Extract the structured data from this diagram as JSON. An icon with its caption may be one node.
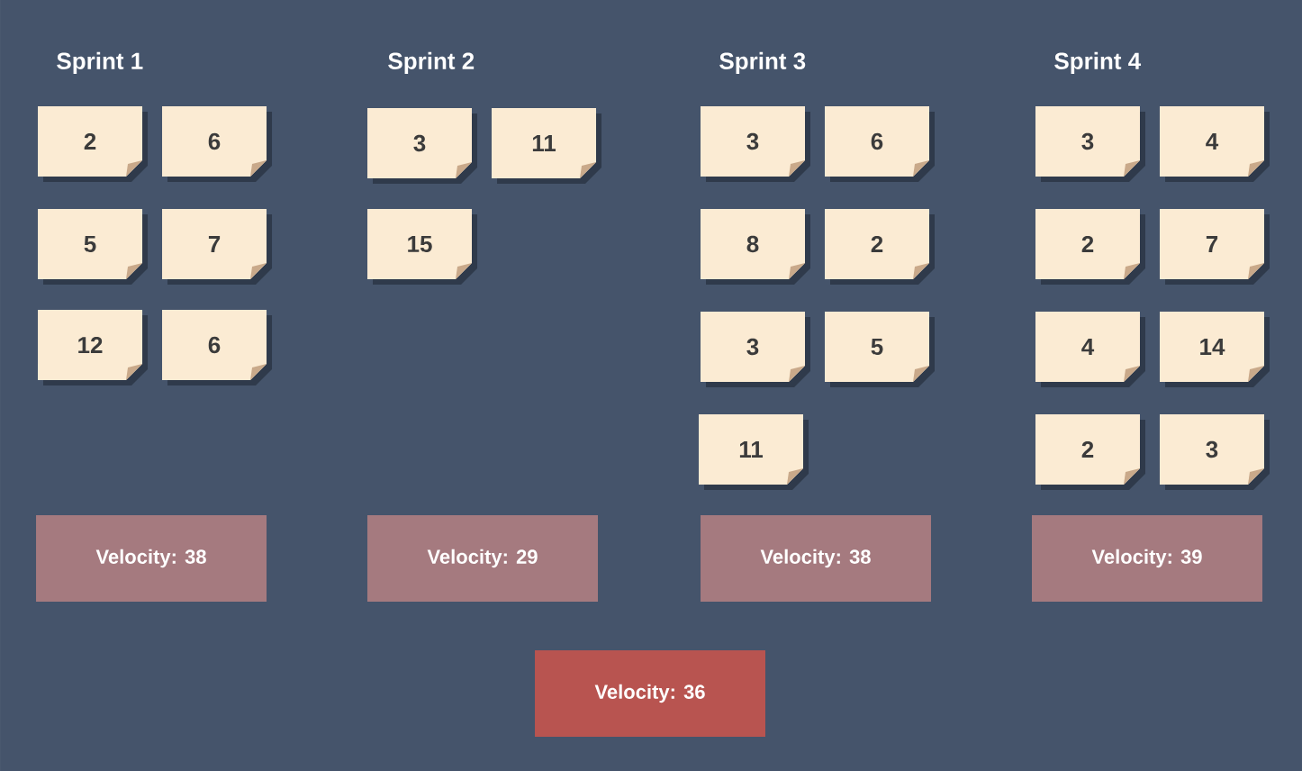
{
  "diagram": {
    "nodes": [
      {
        "text": [
          "2"
        ]
      },
      {
        "text": [
          "6"
        ]
      },
      {
        "text": [
          "5"
        ]
      },
      {
        "text": [
          "7"
        ]
      },
      {
        "text": [
          "12"
        ]
      },
      {
        "text": [
          "6"
        ]
      },
      {
        "text": [
          "3"
        ]
      },
      {
        "text": [
          "11"
        ]
      },
      {
        "text": [
          "15"
        ]
      },
      {
        "text": [
          "3"
        ]
      },
      {
        "text": [
          "6"
        ]
      },
      {
        "text": [
          "8"
        ]
      },
      {
        "text": [
          "2"
        ]
      },
      {
        "text": [
          "3"
        ]
      },
      {
        "text": [
          "5"
        ]
      },
      {
        "text": [
          "11"
        ]
      },
      {
        "text": [
          "3"
        ]
      },
      {
        "text": [
          "4"
        ]
      },
      {
        "text": [
          "2"
        ]
      },
      {
        "text": [
          "7"
        ]
      },
      {
        "text": [
          "4"
        ]
      },
      {
        "text": [
          "14"
        ]
      },
      {
        "text": [
          "2"
        ]
      },
      {
        "text": [
          "3"
        ]
      },
      {
        "text": [
          "Velocity: 38"
        ]
      },
      {
        "text": [
          "Velocity: 29"
        ]
      },
      {
        "text": [
          "Velocity: 38"
        ]
      },
      {
        "text": [
          "Velocity: 39"
        ]
      },
      {
        "text": [
          "Velocity: 36"
        ]
      }
    ],
    "labels": [
      "Sprint 1",
      "Sprint 2",
      "Sprint 3",
      "Sprint 4"
    ]
  }
}
